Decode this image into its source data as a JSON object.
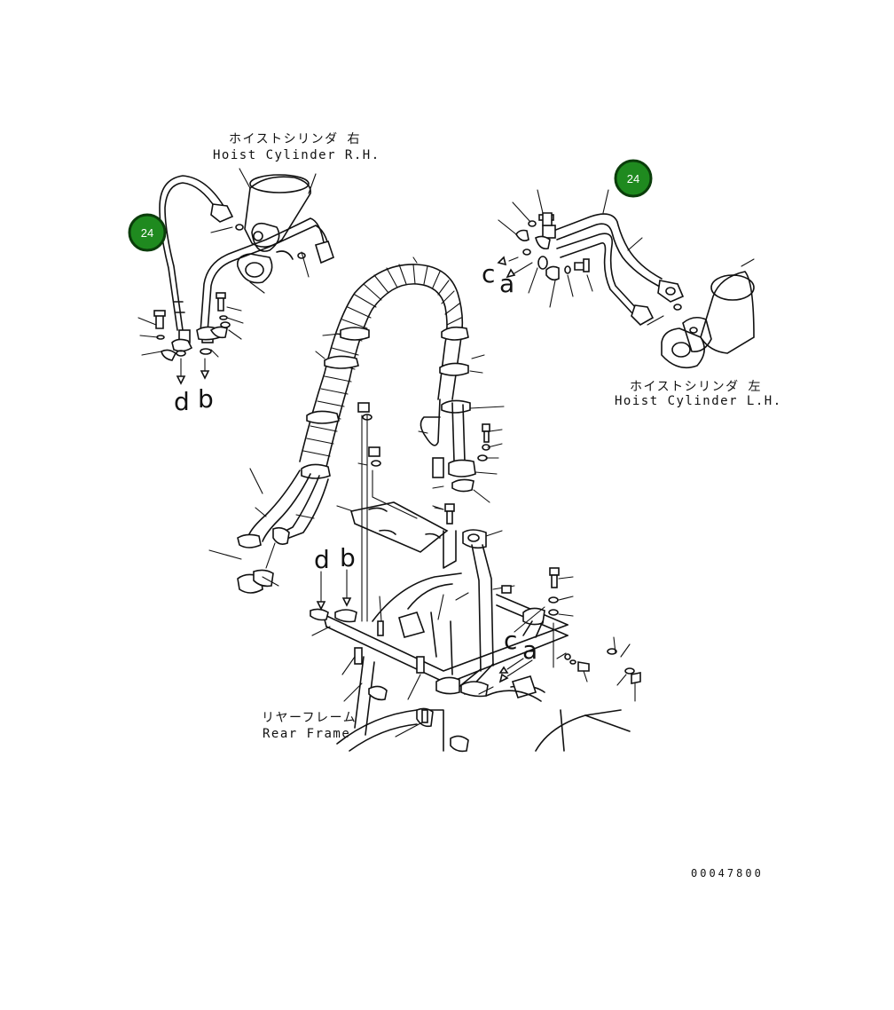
{
  "labels": {
    "rh_jp": "ホイストシリンダ 右",
    "rh_en": "Hoist Cylinder R.H.",
    "lh_jp": "ホイストシリンダ 左",
    "lh_en": "Hoist Cylinder L.H.",
    "rear_jp": "リヤーフレーム",
    "rear_en": "Rear Frame",
    "doc_number": "00047800"
  },
  "connection_letters": {
    "d": "d",
    "b": "b",
    "c": "c",
    "a": "a"
  },
  "callouts": [
    {
      "label": "24"
    },
    {
      "label": "24"
    }
  ],
  "colors": {
    "badge_fill": "#1f8a1f",
    "badge_stroke": "#0b3d0b",
    "line": "#111111"
  }
}
